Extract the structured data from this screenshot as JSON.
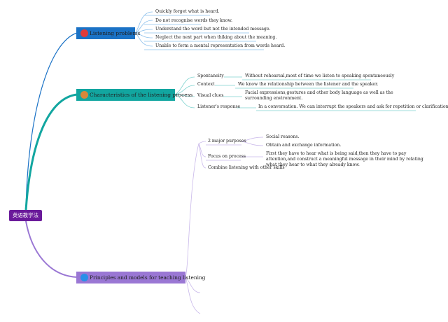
{
  "colors": {
    "branch1": "#1a72c6",
    "branch2": "#12a6a0",
    "branch3": "#9a77d4",
    "root": "#6a1a9a",
    "dot1": "#e03a3a",
    "dot2": "#d8883a",
    "dot3": "#2a8fe8"
  },
  "root": {
    "label": "英语教学法"
  },
  "branches": [
    {
      "label": "Listening problems",
      "icon": "red-circle-icon",
      "items": [
        "Quickly forget what is heard.",
        "Do not recognise words they know.",
        "Understand the word but not the intended message.",
        "Neglect the next part when thiking about the meaning.",
        "Unable to form a mental representation from words heard."
      ]
    },
    {
      "label": "Characteristics of the listening process",
      "icon": "orange-circle-icon",
      "items": [
        {
          "label": "Spontaneity",
          "detail": "Without rehearsal,most of time we listen to speaking spontaneously"
        },
        {
          "label": "Context",
          "detail": "We know the relationship between the listener and the speaker."
        },
        {
          "label": "Visual clues",
          "detail": "Facial expressions,gestures and other body language as well as the surrounding environment."
        },
        {
          "label": "Listener's response",
          "detail": "In a conversation. We can interrupt the speakers and ask for repetition or clarification."
        }
      ]
    },
    {
      "label": "Principles and models for teaching listening",
      "icon": "blue-circle-icon",
      "items": [
        {
          "label": "2 major purposes",
          "details": [
            "Social reasons.",
            "Obtain and exchange information."
          ]
        },
        {
          "label": "Focus on process",
          "details": [
            "First they have to hear what is being said,then they have to pay attention,and construct a meaningful message in their mind by relating what they hear to what they already know."
          ]
        },
        {
          "label": "Combine listening with other skills",
          "details": []
        }
      ]
    }
  ]
}
